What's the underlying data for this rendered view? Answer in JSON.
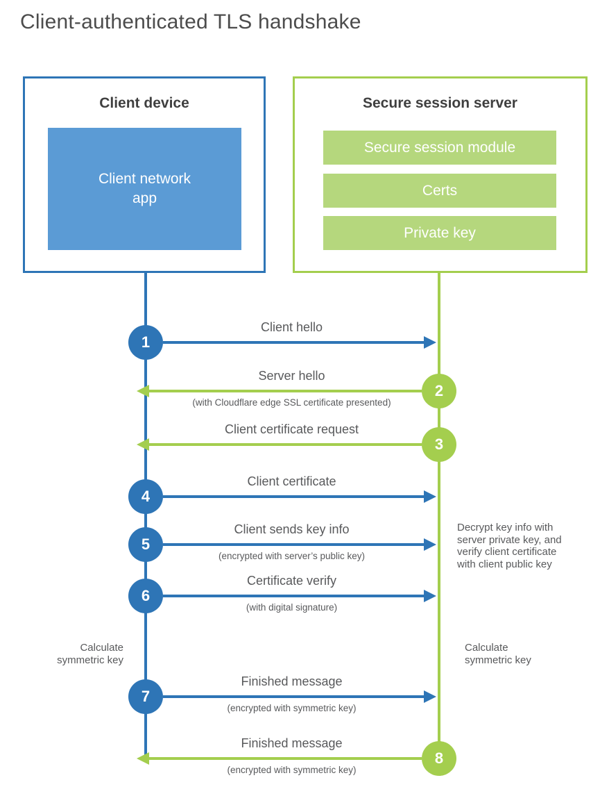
{
  "page_title": "Client-authenticated TLS handshake",
  "client_box": {
    "title": "Client device",
    "app": "Client network\napp"
  },
  "server_box": {
    "title": "Secure session server",
    "modules": [
      "Secure session module",
      "Certs",
      "Private key"
    ]
  },
  "steps": [
    {
      "num": "1",
      "label": "Client hello",
      "sub": "",
      "from": "client",
      "to": "server",
      "color": "blue"
    },
    {
      "num": "2",
      "label": "Server hello",
      "sub": "(with Cloudflare edge SSL certificate presented)",
      "from": "server",
      "to": "client",
      "color": "green"
    },
    {
      "num": "3",
      "label": "Client certificate request",
      "sub": "",
      "from": "server",
      "to": "client",
      "color": "green"
    },
    {
      "num": "4",
      "label": "Client certificate",
      "sub": "",
      "from": "client",
      "to": "server",
      "color": "blue"
    },
    {
      "num": "5",
      "label": "Client sends key info",
      "sub": "(encrypted with server’s public key)",
      "from": "client",
      "to": "server",
      "color": "blue"
    },
    {
      "num": "6",
      "label": "Certificate verify",
      "sub": "(with digital signature)",
      "from": "client",
      "to": "server",
      "color": "blue"
    },
    {
      "num": "7",
      "label": "Finished message",
      "sub": "(encrypted with symmetric key)",
      "from": "client",
      "to": "server",
      "color": "blue"
    },
    {
      "num": "8",
      "label": "Finished message",
      "sub": "(encrypted with symmetric key)",
      "from": "server",
      "to": "client",
      "color": "green"
    }
  ],
  "annotations": {
    "decrypt_note": "Decrypt key info with\nserver private key, and\nverify client certificate\nwith client public key",
    "calculate_left": "Calculate\nsymmetric key",
    "calculate_right": "Calculate\nsymmetric key"
  },
  "colors": {
    "blue": "#2e75b6",
    "blueLight": "#5b9bd5",
    "green": "#a4ce4e",
    "greenLight": "#b5d77d",
    "text": "#58595b",
    "heading": "#3f3f3f",
    "title": "#4c4c4c"
  }
}
